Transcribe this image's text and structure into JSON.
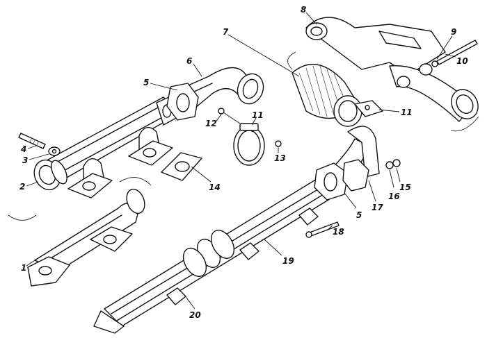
{
  "diagram": {
    "callouts": [
      "1",
      "2",
      "3",
      "4",
      "5",
      "6",
      "7",
      "8",
      "9",
      "10",
      "11",
      "12",
      "13",
      "14",
      "15",
      "16",
      "17",
      "18",
      "19",
      "20"
    ]
  },
  "labels": {
    "l1": "1",
    "l2": "2",
    "l3": "3",
    "l4": "4",
    "l5a": "5",
    "l5b": "5",
    "l6": "6",
    "l7": "7",
    "l8": "8",
    "l9": "9",
    "l10": "10",
    "l11a": "11",
    "l11b": "11",
    "l12": "12",
    "l13": "13",
    "l14": "14",
    "l15": "15",
    "l16": "16",
    "l17": "17",
    "l18": "18",
    "l19": "19",
    "l20": "20"
  }
}
